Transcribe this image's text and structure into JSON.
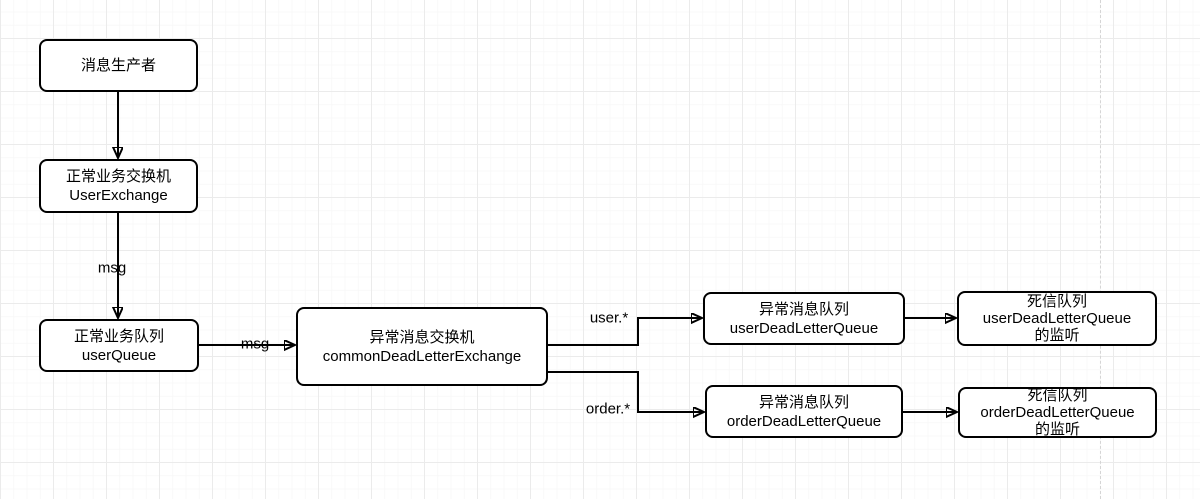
{
  "diagram": {
    "title": "RabbitMQ dead letter queue topology",
    "colors": {
      "node_border": "#000000",
      "node_fill": "#ffffff",
      "text": "#000000",
      "grid_major": "#ebebeb",
      "grid_minor": "#f8f8f8",
      "page_break": "#d5d5d5"
    },
    "nodes": {
      "producer": {
        "lines": [
          "消息生产者"
        ]
      },
      "user_exchange": {
        "lines": [
          "正常业务交换机",
          "UserExchange"
        ]
      },
      "user_queue": {
        "lines": [
          "正常业务队列",
          "userQueue"
        ]
      },
      "common_dlx": {
        "lines": [
          "异常消息交换机",
          "commonDeadLetterExchange"
        ]
      },
      "user_dlq": {
        "lines": [
          "异常消息队列",
          "userDeadLetterQueue"
        ]
      },
      "user_dlq_listener": {
        "lines": [
          "死信队列",
          "userDeadLetterQueue",
          "的监听"
        ]
      },
      "order_dlq": {
        "lines": [
          "异常消息队列",
          "orderDeadLetterQueue"
        ]
      },
      "order_dlq_listener": {
        "lines": [
          "死信队列",
          "orderDeadLetterQueue",
          "的监听"
        ]
      }
    },
    "edge_labels": {
      "msg_vertical": "msg",
      "msg_horizontal": "msg",
      "user_routing_key": "user.*",
      "order_routing_key": "order.*"
    }
  }
}
